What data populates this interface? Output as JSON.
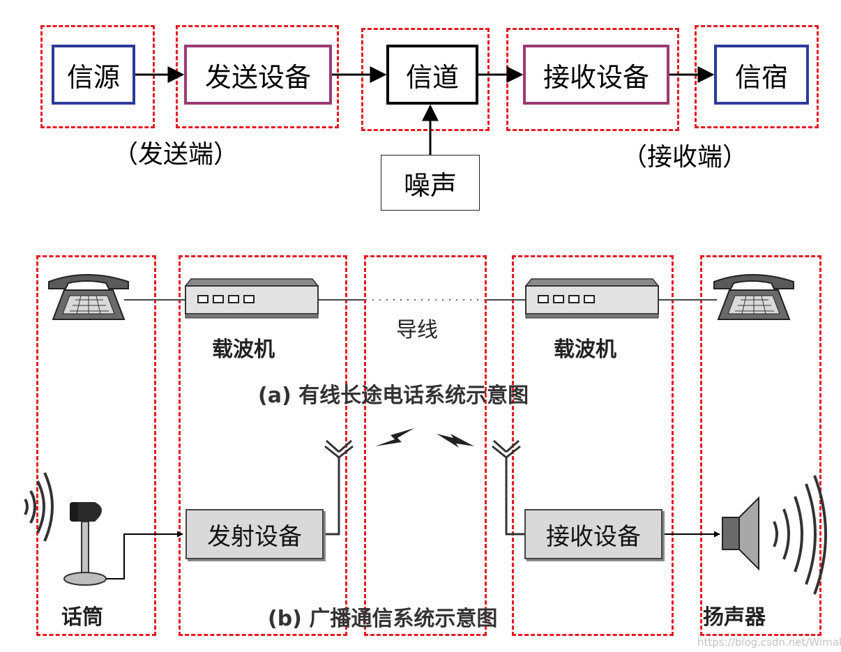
{
  "model": {
    "blocks": {
      "source": "信源",
      "transmitter": "发送设备",
      "channel": "信道",
      "receiver": "接收设备",
      "sink": "信宿",
      "noise": "噪声"
    },
    "captions": {
      "sender_end": "（发送端）",
      "receiver_end": "（接收端）"
    }
  },
  "wired": {
    "carrier_left": "载波机",
    "carrier_right": "载波机",
    "wire": "导线",
    "caption": "(a) 有线长途电话系统示意图"
  },
  "broadcast": {
    "microphone": "话筒",
    "transmitter": "发射设备",
    "receiver": "接收设备",
    "speaker": "扬声器",
    "caption": "(b) 广播通信系统示意图"
  },
  "watermark": "https://blog.csdn.net/Wimake",
  "colors": {
    "dashed_frame": "#e21b23",
    "source_sink_border": "#2c3a9b",
    "equipment_border": "#9b3b71",
    "device_fill": "#d9d9d9"
  },
  "icons": [
    "telephone-icon",
    "carrier-modem-icon",
    "antenna-icon",
    "lightning-icon",
    "microphone-icon",
    "speaker-icon",
    "sound-wave-icon"
  ]
}
